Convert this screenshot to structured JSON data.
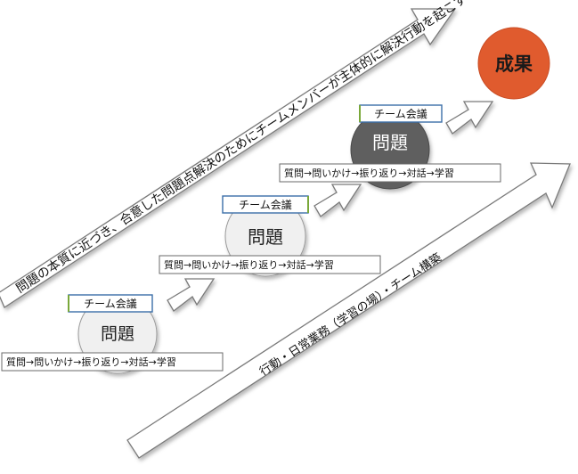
{
  "top_arrow_text": "問題の本質に近づき、合意した問題点解決のためにチームメンバーが主体的に解決行動を起こす",
  "bottom_arrow_text": "行動・日常業務（学習の場）・チーム構築",
  "result_label": "成果",
  "colors": {
    "result_fill": "#e05b2e",
    "tag_border": "#3b6ea8",
    "tag_accent": "#7aa83a",
    "dark_circle": "#5f5f5f",
    "light_circle": "#f0f0f0",
    "stroke": "#7a7a7a"
  },
  "stages": [
    {
      "tag": "チーム会議",
      "problem": "問題",
      "flow": "質問→問いかけ→振り返り→対話→学習",
      "style": "light"
    },
    {
      "tag": "チーム会議",
      "problem": "問題",
      "flow": "質問→問いかけ→振り返り→対話→学習",
      "style": "light"
    },
    {
      "tag": "チーム会議",
      "problem": "問題",
      "flow": "質問→問いかけ→振り返り→対話→学習",
      "style": "dark"
    }
  ]
}
